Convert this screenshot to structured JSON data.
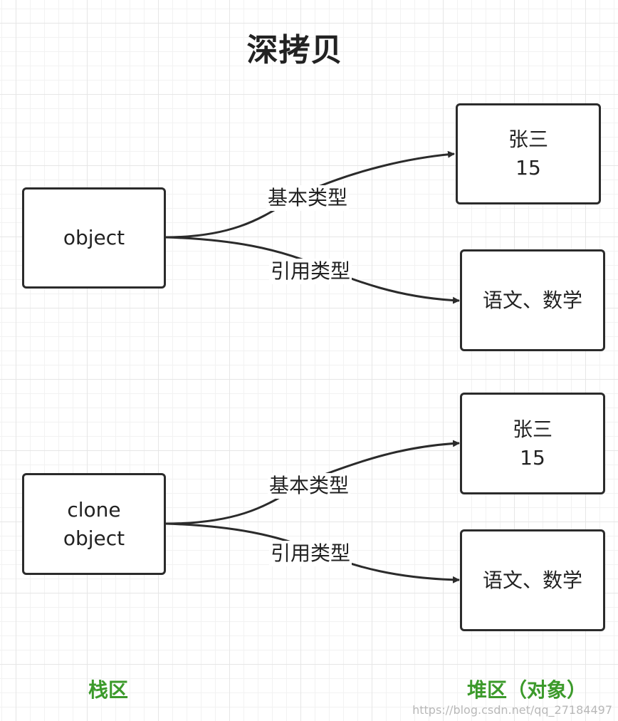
{
  "title": "深拷贝",
  "diagrams": [
    {
      "source": "object",
      "basic_label": "基本类型",
      "ref_label": "引用类型",
      "basic_target": "张三\n15",
      "ref_target": "语文、数学"
    },
    {
      "source": "clone\nobject",
      "basic_label": "基本类型",
      "ref_label": "引用类型",
      "basic_target": "张三\n15",
      "ref_target": "语文、数学"
    }
  ],
  "regions": {
    "stack": "栈区",
    "heap": "堆区（对象）"
  },
  "watermark": "https://blog.csdn.net/qq_27184497",
  "colors": {
    "stroke": "#2b2b2b",
    "region_text": "#3c9a2b",
    "grid": "#e6e6e6"
  }
}
